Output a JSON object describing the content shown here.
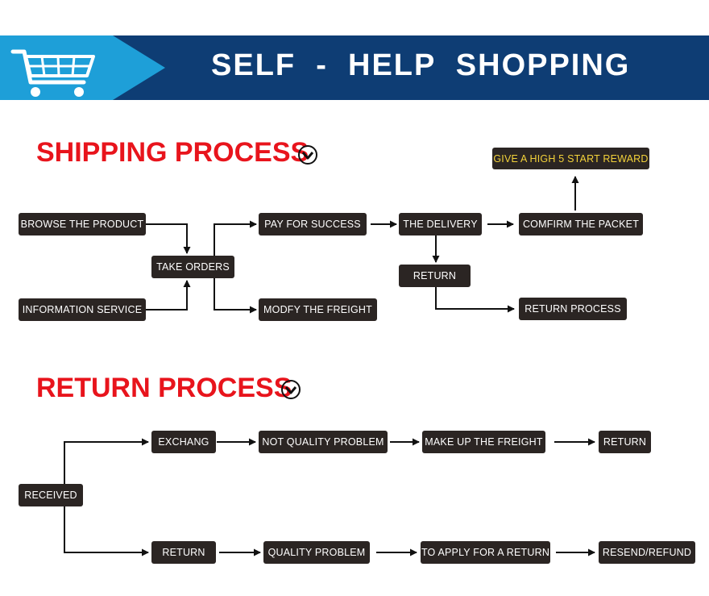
{
  "banner": {
    "title": "SELF  -  HELP  SHOPPING",
    "icon": "shopping-cart-icon",
    "color": "#0e3d74",
    "accent": "#1e9fd8"
  },
  "shipping": {
    "title": "SHIPPING PROCESS",
    "browse": "BROWSE THE PRODUCT",
    "info": "INFORMATION SERVICE",
    "take": "TAKE  ORDERS",
    "pay": "PAY FOR SUCCESS",
    "modify": "MODFY THE FREIGHT",
    "delivery": "THE DELIVERY",
    "confirm": "COMFIRM THE PACKET",
    "reward": "GIVE A HIGH 5 START REWARD",
    "return": "RETURN",
    "return_process": "RETURN PROCESS"
  },
  "returns": {
    "title": "RETURN PROCESS",
    "received": "RECEIVED",
    "exchang": "EXCHANG",
    "not_quality": "NOT QUALITY PROBLEM",
    "make_up": "MAKE UP THE FREIGHT",
    "return_top": "RETURN",
    "return_bottom": "RETURN",
    "quality": "QUALITY PROBLEM",
    "apply": "TO APPLY FOR A RETURN",
    "resend": "RESEND/REFUND"
  },
  "colors": {
    "title_red": "#e8141c",
    "box": "#2b2523",
    "reward_text": "#f3d23a"
  }
}
